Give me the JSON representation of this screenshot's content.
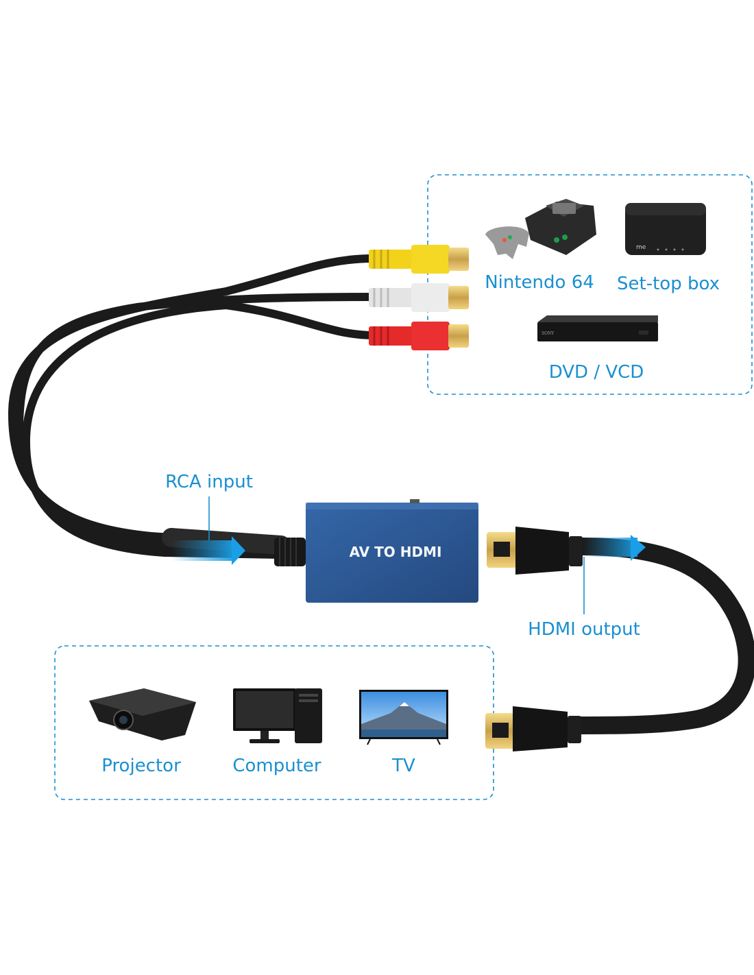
{
  "diagram": {
    "converter_label": "AV TO HDMI",
    "input_label": "RCA input",
    "output_label": "HDMI output",
    "sources": [
      {
        "label": "Nintendo 64",
        "icon": "n64-console-icon"
      },
      {
        "label": "Set-top box",
        "icon": "set-top-box-icon"
      },
      {
        "label": "DVD / VCD",
        "icon": "dvd-player-icon"
      }
    ],
    "displays": [
      {
        "label": "Projector",
        "icon": "projector-icon"
      },
      {
        "label": "Computer",
        "icon": "computer-icon"
      },
      {
        "label": "TV",
        "icon": "tv-icon"
      }
    ],
    "set_top_brand": "me",
    "dvd_brand": "SONY",
    "colors": {
      "accent": "#1a8fd0",
      "box_blue": "#2e5a9a",
      "cable": "#1b1b1b",
      "rca_yellow": "#f2d21b",
      "rca_white": "#e4e4e4",
      "rca_red": "#e52a2a",
      "gold": "#d4b25a"
    }
  }
}
